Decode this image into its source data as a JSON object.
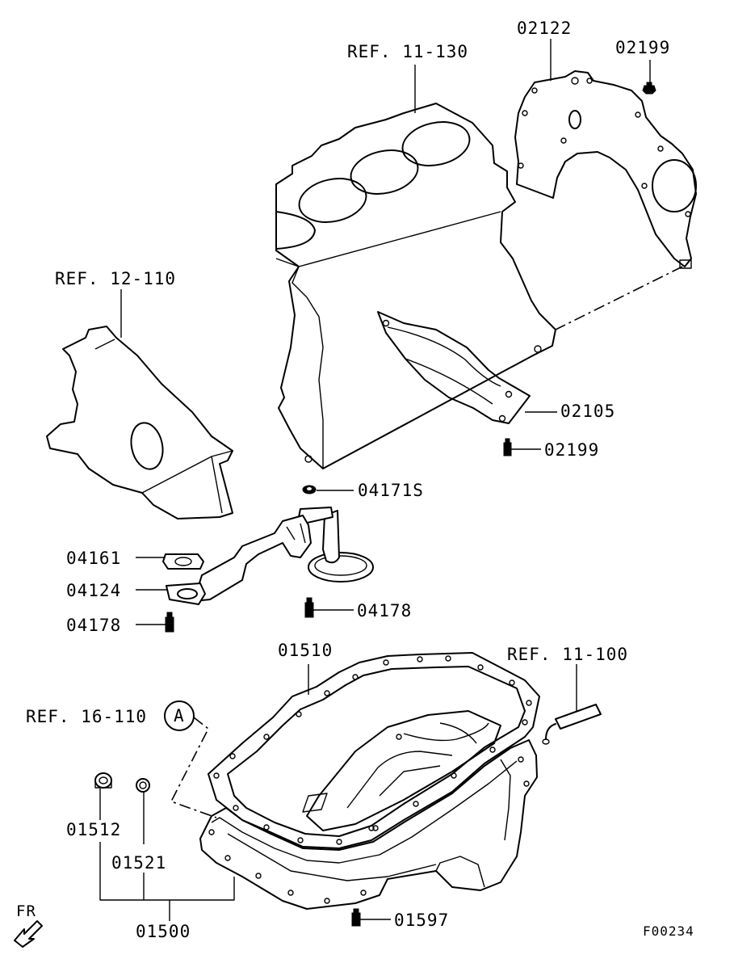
{
  "labels": {
    "ref_11_130": "REF. 11-130",
    "p02122": "02122",
    "p02199_top": "02199",
    "ref_12_110": "REF. 12-110",
    "p02105": "02105",
    "p02199_mid": "02199",
    "p04171s": "04171S",
    "p04161": "04161",
    "p04124": "04124",
    "p04178_right": "04178",
    "p04178_left": "04178",
    "p01510": "01510",
    "ref_11_100": "REF. 11-100",
    "ref_16_110": "REF. 16-110",
    "callout_a": "A",
    "p01512": "01512",
    "p01521": "01521",
    "p01500": "01500",
    "p01597": "01597",
    "fr": "FR",
    "figure_id": "F00234"
  }
}
